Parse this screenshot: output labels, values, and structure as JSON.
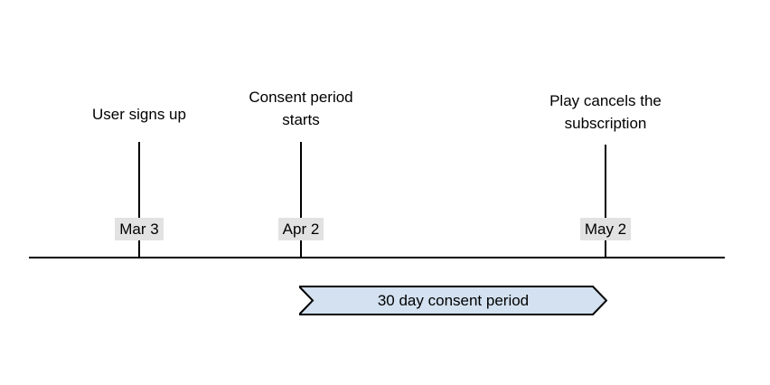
{
  "diagram": {
    "type": "timeline",
    "title": "",
    "background_color": "#ffffff",
    "axis": {
      "name": "timeline-axis",
      "color": "#000000"
    },
    "events": [
      {
        "id": "user-signs-up",
        "title": "User signs up",
        "date": "Mar 3",
        "date_bg_color": "#e2e2e2"
      },
      {
        "id": "consent-period-starts",
        "title": "Consent period\nstarts",
        "date": "Apr 2",
        "date_bg_color": "#e2e2e2"
      },
      {
        "id": "play-cancels-subscription",
        "title": "Play cancels the\nsubscription",
        "date": "May 2",
        "date_bg_color": "#e2e2e2"
      }
    ],
    "banner": {
      "label": "30 day consent period",
      "fill_color": "#d3e1f0",
      "border_color": "#000000",
      "start_event": "Apr 2",
      "end_event": "May 2"
    }
  }
}
